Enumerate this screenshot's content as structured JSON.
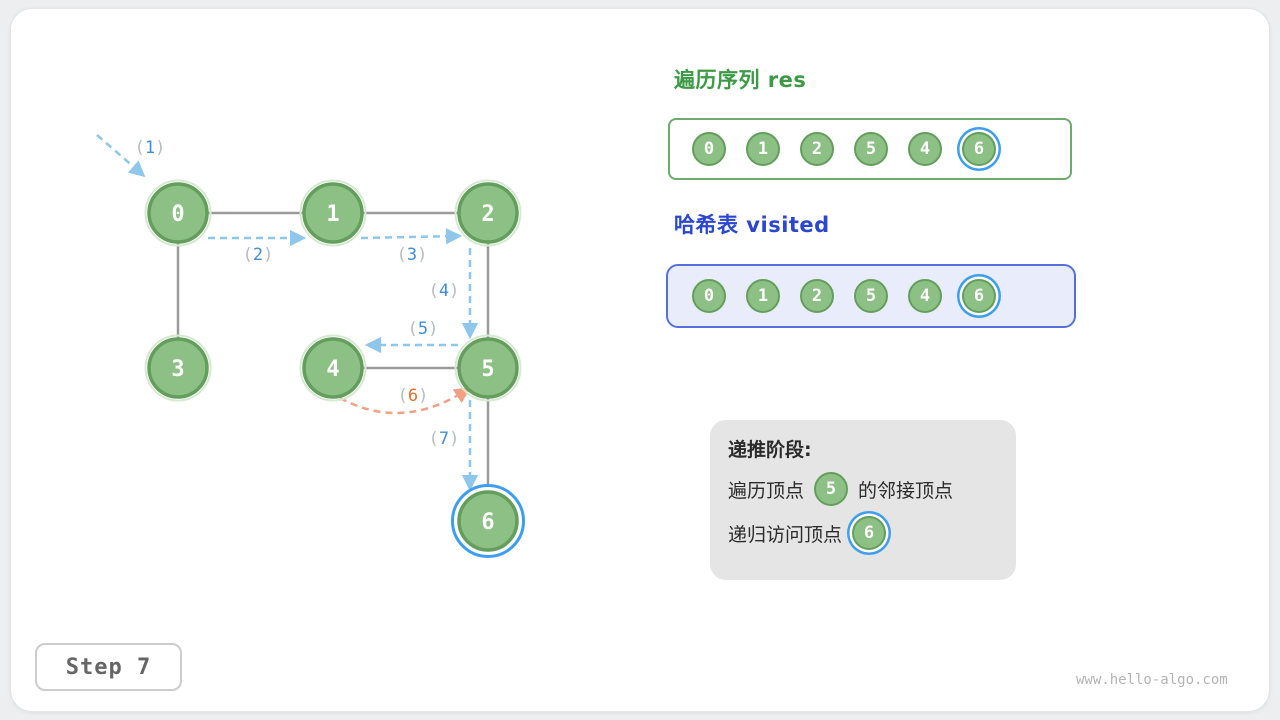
{
  "graph": {
    "nodes": [
      "0",
      "1",
      "2",
      "3",
      "4",
      "5",
      "6"
    ],
    "steps": [
      {
        "open": "(",
        "num": "1",
        "close": ")"
      },
      {
        "open": "(",
        "num": "2",
        "close": ")"
      },
      {
        "open": "(",
        "num": "3",
        "close": ")"
      },
      {
        "open": "(",
        "num": "4",
        "close": ")"
      },
      {
        "open": "(",
        "num": "5",
        "close": ")"
      },
      {
        "open": "(",
        "num": "6",
        "close": ")"
      },
      {
        "open": "(",
        "num": "7",
        "close": ")"
      }
    ]
  },
  "res_panel": {
    "title": "遍历序列 res",
    "items": [
      "0",
      "1",
      "2",
      "5",
      "4",
      "6"
    ]
  },
  "visited_panel": {
    "title": "哈希表 visited",
    "items": [
      "0",
      "1",
      "2",
      "5",
      "4",
      "6"
    ]
  },
  "info_box": {
    "title": "递推阶段:",
    "line1_prefix": "遍历顶点",
    "line1_node": "5",
    "line1_suffix": "的邻接顶点",
    "line2_prefix": "递归访问顶点",
    "line2_node": "6"
  },
  "step_badge": "Step 7",
  "watermark": "www.hello-algo.com",
  "colors": {
    "node_fill": "#8cc084",
    "node_stroke": "#649e5d",
    "highlight_ring": "#3d9df0",
    "arrow_blue": "#8ec6ec",
    "arrow_orange": "#f2a083",
    "edge_gray": "#9a9a9a",
    "title_green": "#3c9a46",
    "title_blue": "#2b46cf",
    "visited_bg": "#e9edfb",
    "info_bg": "#e5e5e5"
  }
}
